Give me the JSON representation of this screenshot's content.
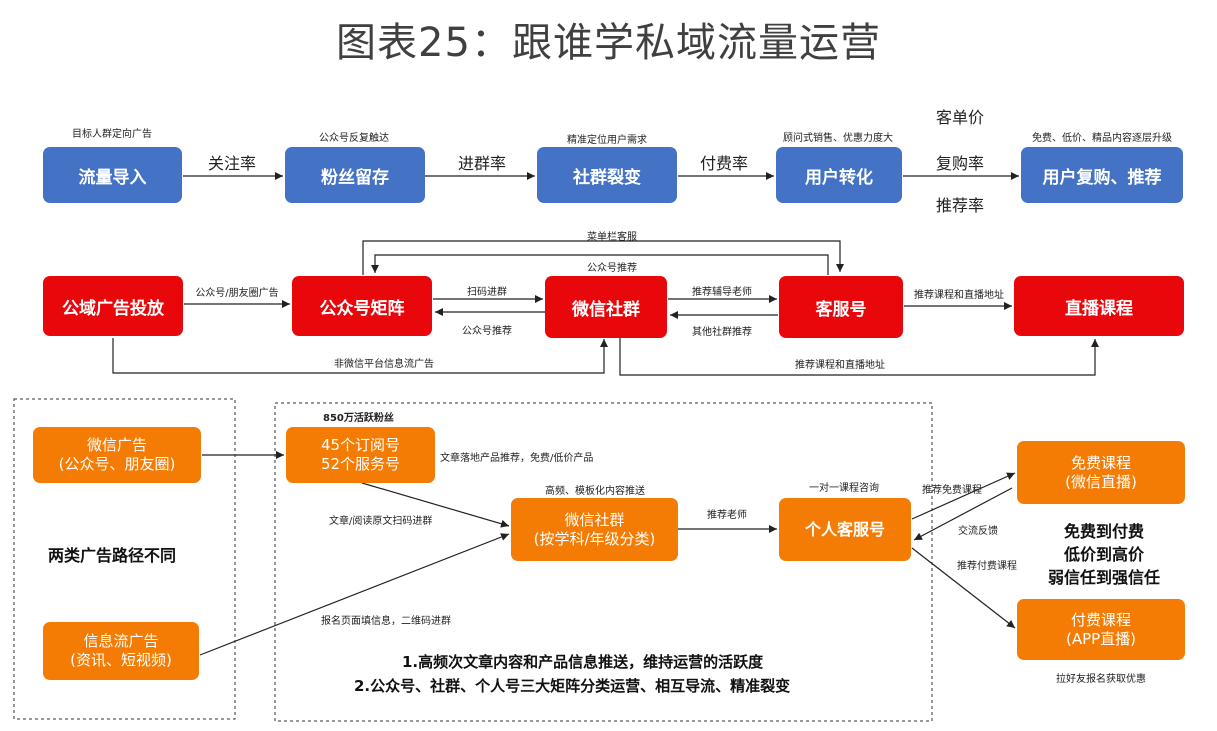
{
  "title": "图表25：跟谁学私域流量运营",
  "row1": {
    "boxes": [
      "流量导入",
      "粉丝留存",
      "社群裂变",
      "用户转化",
      "用户复购、推荐"
    ],
    "top_labels": [
      "目标人群定向广告",
      "公众号反复触达",
      "精准定位用户需求",
      "顾问式销售、优惠力度大",
      "免费、低价、精品内容逐层升级"
    ],
    "arrow_labels": [
      "关注率",
      "进群率",
      "付费率"
    ],
    "last_labels": [
      "客单价",
      "复购率",
      "推荐率"
    ]
  },
  "row2": {
    "boxes": [
      "公域广告投放",
      "公众号矩阵",
      "微信社群",
      "客服号",
      "直播课程"
    ],
    "labels": {
      "menu_service": "菜单栏客服",
      "oa_recommend_top": "公众号推荐",
      "oa_wechat_ad": "公众号/朋友圈广告",
      "scan_join": "扫码进群",
      "oa_recommend_back": "公众号推荐",
      "recommend_tutor": "推荐辅导老师",
      "other_group": "其他社群推荐",
      "recommend_live": "推荐课程和直播地址",
      "non_wechat": "非微信平台信息流广告",
      "recommend_live_bottom": "推荐课程和直播地址"
    }
  },
  "row3": {
    "ad_wechat": [
      "微信广告",
      "(公众号、朋友圈)"
    ],
    "ad_feed": [
      "信息流广告",
      "(资讯、短视频)"
    ],
    "two_paths": "两类广告路径不同",
    "fans": "850万活跃粉丝",
    "accounts": [
      "45个订阅号",
      "52个服务号"
    ],
    "article_products": "文章落地产品推荐，免费/低价产品",
    "article_scan": "文章/阅读原文扫码进群",
    "signup_info": "报名页面填信息，二维码进群",
    "hf_push": "高频、模板化内容推送",
    "group": [
      "微信社群",
      "(按学科/年级分类)"
    ],
    "recommend_teacher": "推荐老师",
    "one_on_one": "一对一课程咨询",
    "personal": "个人客服号",
    "recommend_free": "推荐免费课程",
    "exchange": "交流反馈",
    "recommend_paid": "推荐付费课程",
    "free_course": [
      "免费课程",
      "(微信直播)"
    ],
    "paid_course": [
      "付费课程",
      "(APP直播)"
    ],
    "conversion": [
      "免费到付费",
      "低价到高价",
      "弱信任到强信任"
    ],
    "invite": "拉好友报名获取优惠",
    "notes": [
      "1.高频次文章内容和产品信息推送，维持运营的活跃度",
      "2.公众号、社群、个人号三大矩阵分类运营、相互导流、精准裂变"
    ]
  },
  "colors": {
    "blue": "#4472C4",
    "red": "#E8070B",
    "orange": "#F57C04"
  }
}
